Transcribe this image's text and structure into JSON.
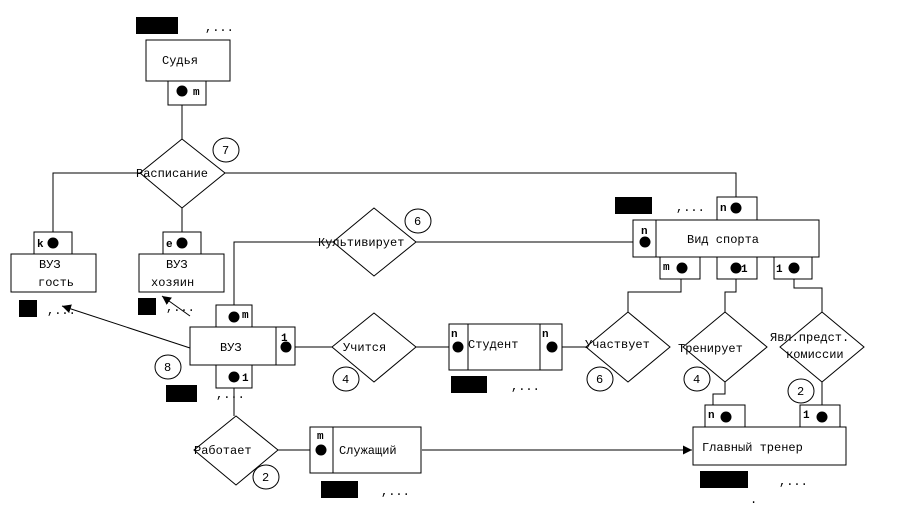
{
  "entities": {
    "judge": "Судья",
    "vuz_guest_line1": "ВУЗ",
    "vuz_guest_line2": "гость",
    "vuz_host_line1": "ВУЗ",
    "vuz_host_line2": "хозяин",
    "sport": "Вид спорта",
    "vuz": "ВУЗ",
    "student": "Студент",
    "employee": "Служащий",
    "head_coach": "Главный тренер"
  },
  "relationships": {
    "schedule": "Расписание",
    "cultivates": "Культивирует",
    "studies": "Учится",
    "participates": "Участвует",
    "trains": "Тренирует",
    "represents_line1": "Явл.предст.",
    "represents_line2": "комиссии",
    "works": "Работает"
  },
  "markers": {
    "judge_m": "m",
    "guest_k": "k",
    "host_e": "e",
    "sport_n_top": "n",
    "sport_n_left": "n",
    "sport_m": "m",
    "sport_1a": "1",
    "sport_1b": "1",
    "vuz_m": "m",
    "vuz_1_right": "1",
    "vuz_1_bottom": "1",
    "student_n_left": "n",
    "student_n_right": "n",
    "employee_m": "m",
    "coach_n": "n",
    "coach_1": "1"
  },
  "numbers": {
    "schedule": "7",
    "cultivates": "6",
    "studies": "4",
    "participates": "6",
    "trains": "4",
    "represents": "2",
    "works": "2",
    "inherit": "8"
  },
  "ellipsis": ",...",
  "trailing_dot": "."
}
